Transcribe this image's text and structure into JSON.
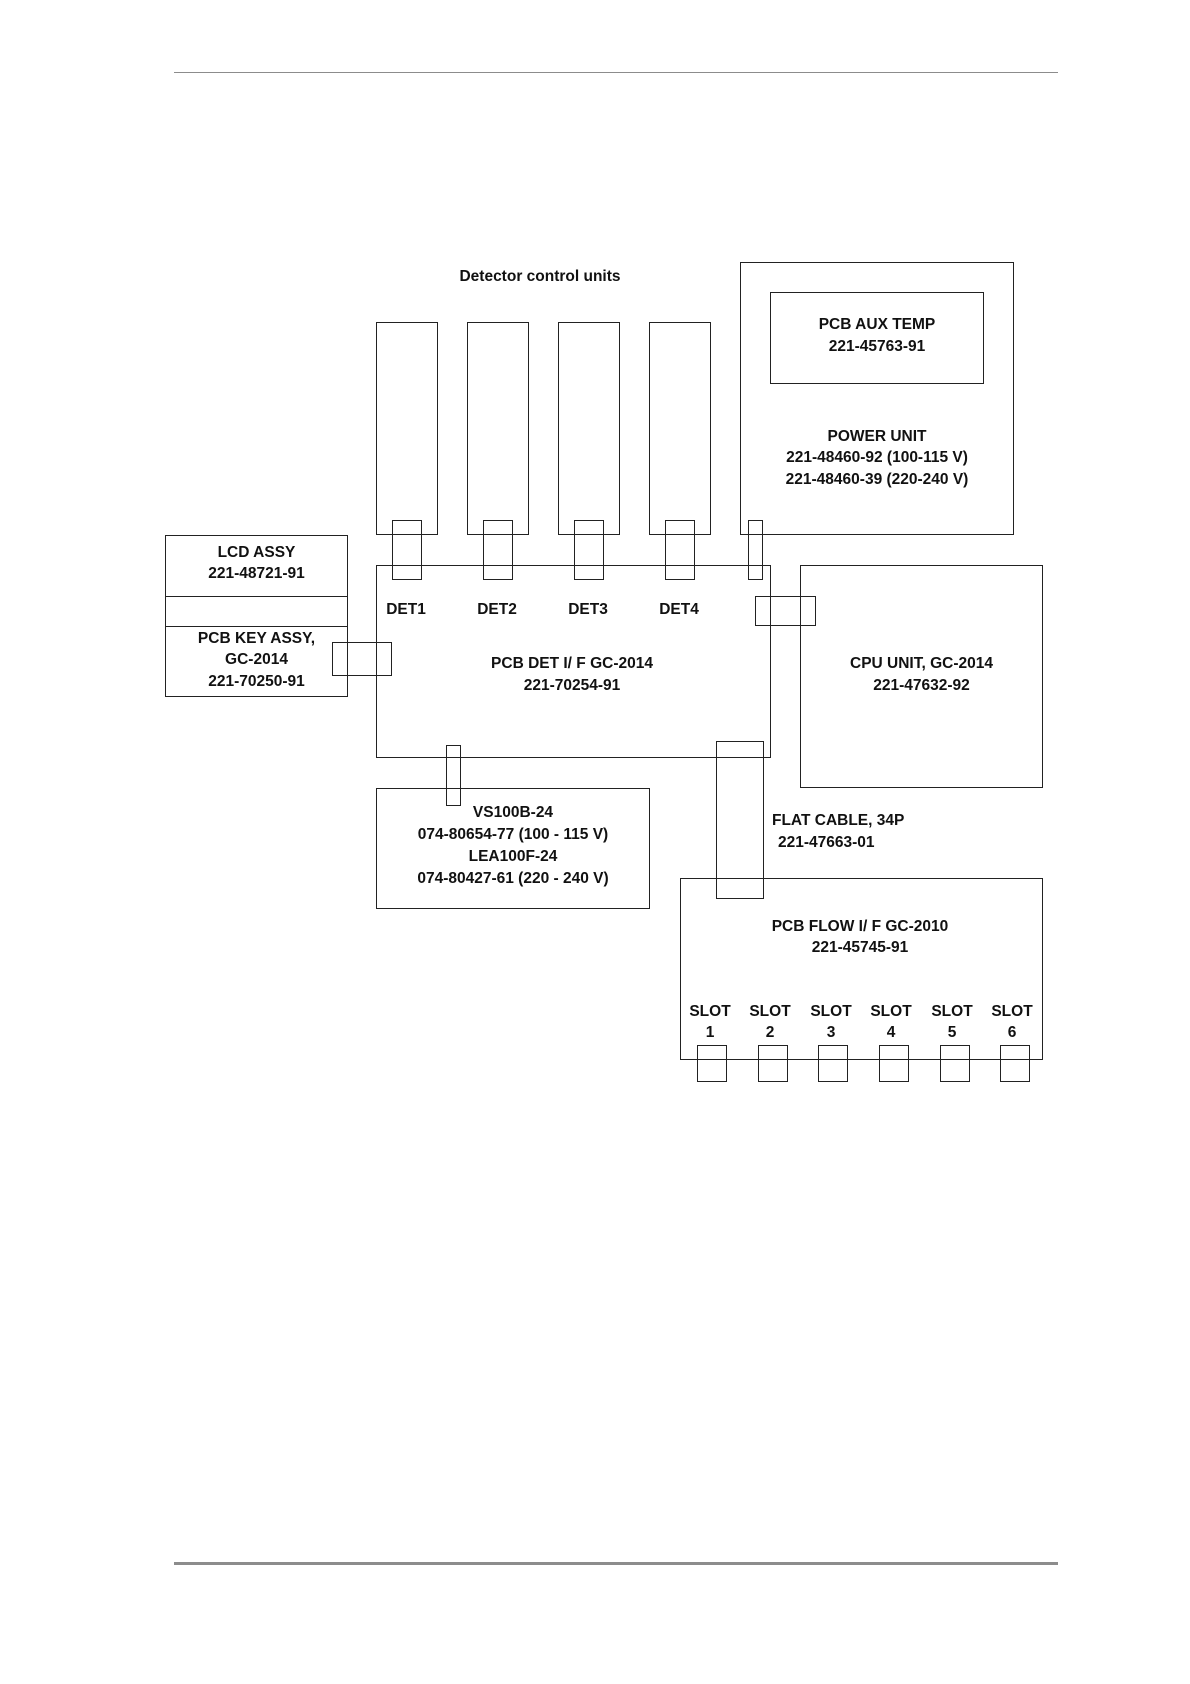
{
  "diagram": {
    "title": "Detector control units",
    "power_unit": {
      "name": "POWER UNIT",
      "part_a": "221-48460-92 (100-115 V)",
      "part_b": "221-48460-39 (220-240 V)"
    },
    "pcb_aux_temp": {
      "name": "PCB AUX TEMP",
      "part": "221-45763-91"
    },
    "lcd_assy": {
      "name": "LCD ASSY",
      "part": "221-48721-91"
    },
    "pcb_key_assy": {
      "name": "PCB KEY ASSY,",
      "model": "GC-2014",
      "part": "221-70250-91"
    },
    "pcb_det_if": {
      "name": "PCB DET I/ F GC-2014",
      "part": "221-70254-91",
      "det_labels": [
        "DET1",
        "DET2",
        "DET3",
        "DET4"
      ]
    },
    "cpu_unit": {
      "name": "CPU UNIT, GC-2014",
      "part": "221-47632-92"
    },
    "psu": {
      "line1": "VS100B-24",
      "line2": "074-80654-77 (100 - 115 V)",
      "line3": "LEA100F-24",
      "line4": "074-80427-61 (220 - 240 V)"
    },
    "flat_cable": {
      "name": "FLAT CABLE, 34P",
      "part": "221-47663-01"
    },
    "pcb_flow_if": {
      "name": "PCB FLOW I/ F GC-2010",
      "part": "221-45745-91",
      "slots": [
        {
          "word": "SLOT",
          "num": "1"
        },
        {
          "word": "SLOT",
          "num": "2"
        },
        {
          "word": "SLOT",
          "num": "3"
        },
        {
          "word": "SLOT",
          "num": "4"
        },
        {
          "word": "SLOT",
          "num": "5"
        },
        {
          "word": "SLOT",
          "num": "6"
        }
      ]
    }
  }
}
